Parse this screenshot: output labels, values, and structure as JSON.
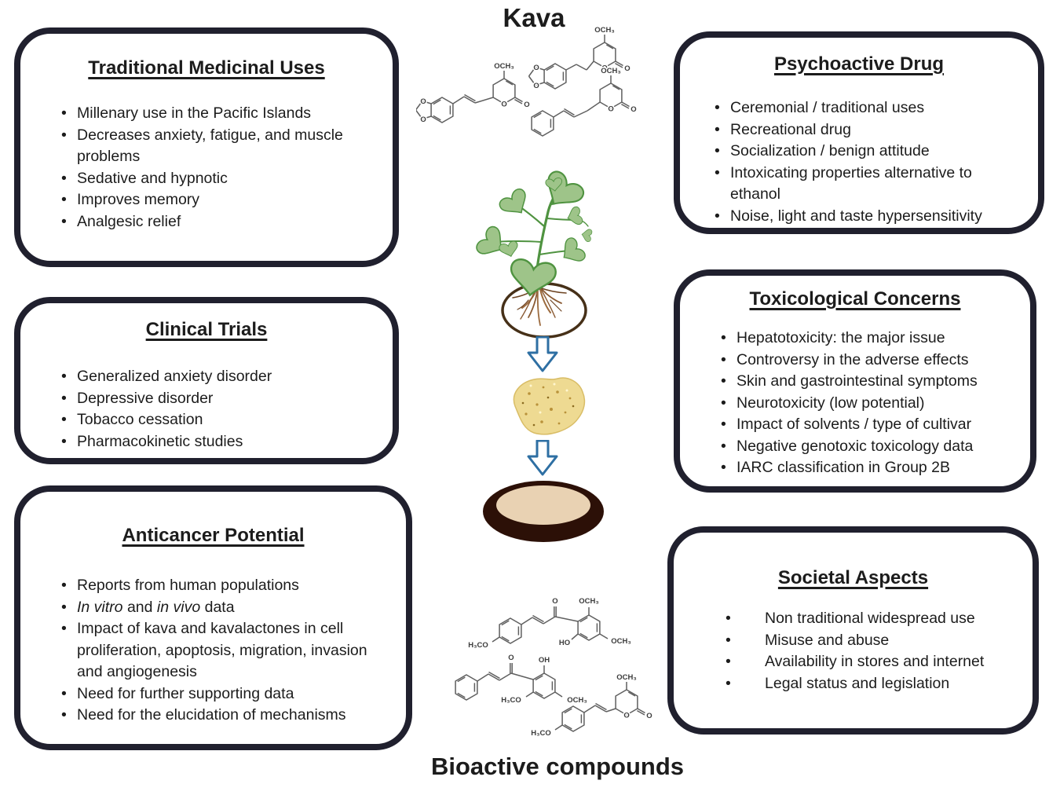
{
  "figure": {
    "title": "Kava",
    "bottom_label": "Bioactive compounds"
  },
  "boxes": {
    "traditional": {
      "title": "Traditional Medicinal Uses",
      "items": [
        "Millenary use in the Pacific Islands",
        "Decreases anxiety, fatigue, and muscle problems",
        "Sedative and hypnotic",
        "Improves memory",
        "Analgesic relief"
      ]
    },
    "clinical": {
      "title": "Clinical Trials",
      "items": [
        "Generalized anxiety disorder",
        "Depressive disorder",
        "Tobacco cessation",
        "Pharmacokinetic studies"
      ]
    },
    "anticancer": {
      "title": "Anticancer Potential",
      "items": [
        "Reports from human populations",
        {
          "segments": [
            "In vitro",
            " and ",
            "in vivo",
            " data"
          ]
        },
        "Impact of kava and kavalactones in cell proliferation, apoptosis, migration, invasion and angiogenesis",
        "Need for further supporting data",
        "Need for the elucidation of mechanisms"
      ]
    },
    "psychoactive": {
      "title": "Psychoactive Drug",
      "items": [
        "Ceremonial / traditional uses",
        "Recreational drug",
        "Socialization / benign attitude",
        "Intoxicating properties alternative to ethanol",
        "Noise, light and taste hypersensitivity"
      ]
    },
    "toxicological": {
      "title": "Toxicological Concerns",
      "items": [
        "Hepatotoxicity: the major issue",
        "Controversy in the adverse effects",
        "Skin and gastrointestinal symptoms",
        "Neurotoxicity (low potential)",
        "Impact of solvents / type of cultivar",
        "Negative genotoxic toxicology data",
        "IARC classification in Group 2B"
      ]
    },
    "societal": {
      "title": "Societal Aspects",
      "items": [
        "Non traditional widespread use",
        "Misuse and abuse",
        "Availability in stores and internet",
        "Legal status and legislation"
      ]
    }
  },
  "chem_labels": {
    "och3": "OCH₃",
    "h3co": "H₃CO",
    "ho": "HO",
    "oh": "OH",
    "o": "O"
  },
  "colors": {
    "box_border": "#20202e",
    "arrow_blue": "#2e6fa3",
    "leaf_green": "#9ec489",
    "stem_green": "#4f9340",
    "root_brown": "#9c6b3f",
    "powder": "#eeda92",
    "bowl_dark": "#2c1007",
    "bowl_inner": "#e9d2b3"
  }
}
